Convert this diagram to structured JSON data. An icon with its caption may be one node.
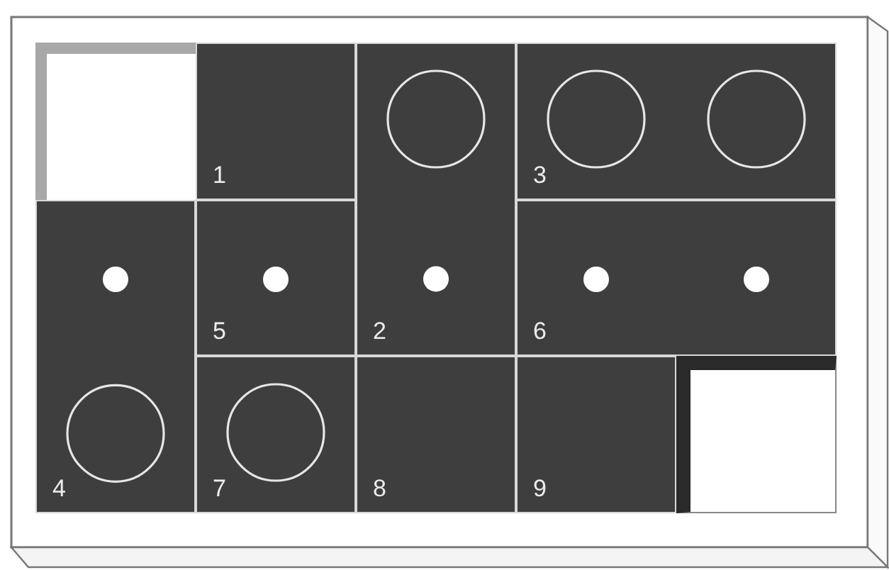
{
  "diagram": {
    "nodes": [
      {
        "text": [],
        "shape": "box"
      },
      {
        "text": [
          "1"
        ]
      },
      {
        "text": [
          "2"
        ]
      },
      {
        "text": [
          "3"
        ]
      },
      {
        "text": [
          "4"
        ]
      },
      {
        "text": [
          "5"
        ]
      },
      {
        "text": [
          "6"
        ]
      },
      {
        "text": [
          "7"
        ]
      },
      {
        "text": [
          "8"
        ]
      },
      {
        "text": [
          "9"
        ]
      },
      {
        "text": [],
        "shape": "box"
      }
    ]
  }
}
